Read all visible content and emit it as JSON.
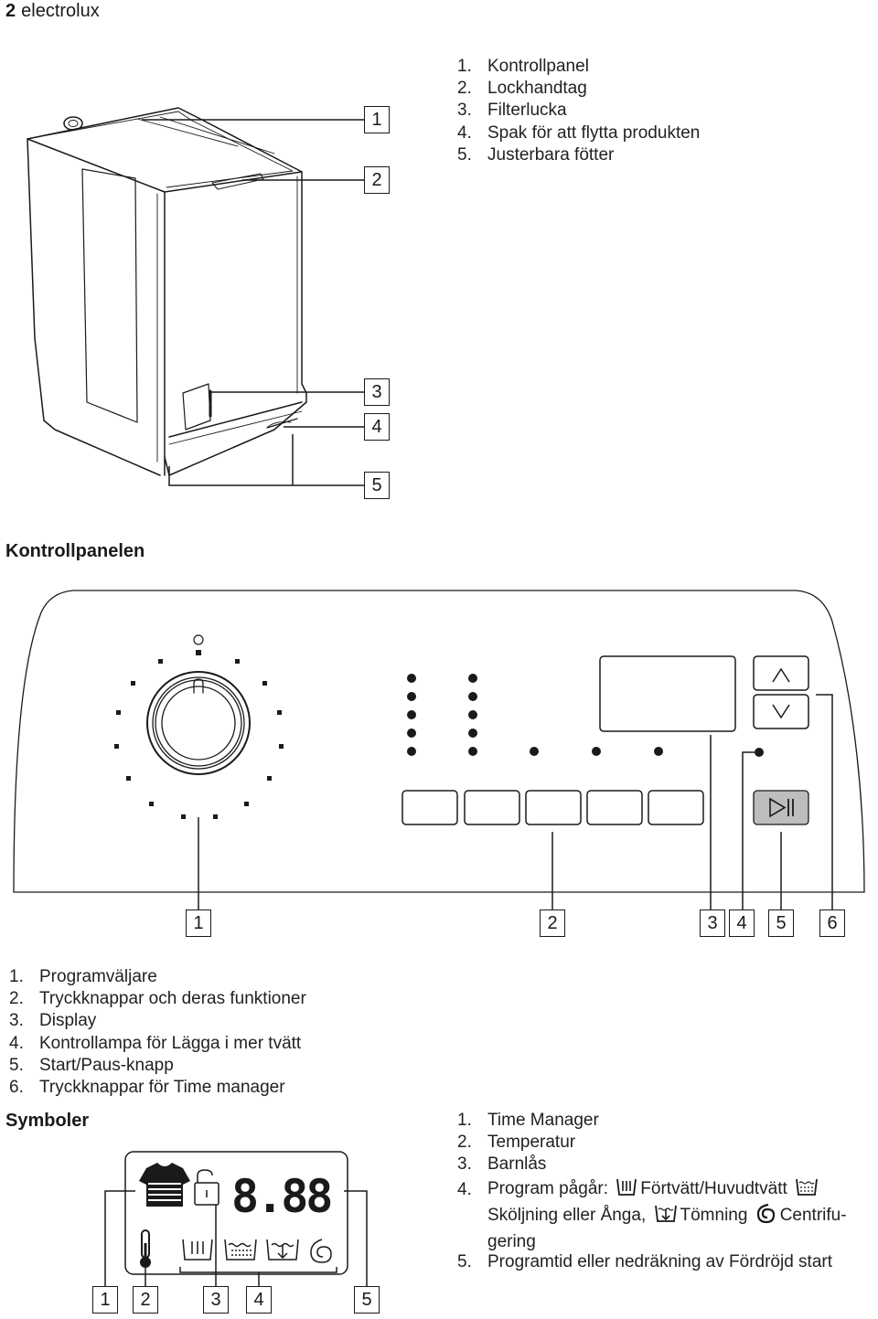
{
  "header": {
    "page_number": "2",
    "brand": "electrolux"
  },
  "product_parts": {
    "items": [
      {
        "num": "1.",
        "label": "Kontrollpanel"
      },
      {
        "num": "2.",
        "label": "Lockhandtag"
      },
      {
        "num": "3.",
        "label": "Filterlucka"
      },
      {
        "num": "4.",
        "label": "Spak för att flytta produkten"
      },
      {
        "num": "5.",
        "label": "Justerbara fötter"
      }
    ],
    "callouts": [
      "1",
      "2",
      "3",
      "4",
      "5"
    ]
  },
  "control_panel": {
    "heading": "Kontrollpanelen",
    "callouts": [
      "1",
      "2",
      "3",
      "4",
      "5",
      "6"
    ],
    "items": [
      {
        "num": "1.",
        "label": "Programväljare"
      },
      {
        "num": "2.",
        "label": "Tryckknappar och deras funktioner"
      },
      {
        "num": "3.",
        "label": "Display"
      },
      {
        "num": "4.",
        "label": "Kontrollampa för Lägga i mer tvätt"
      },
      {
        "num": "5.",
        "label": "Start/Paus-knapp"
      },
      {
        "num": "6.",
        "label": "Tryckknappar för Time manager"
      }
    ]
  },
  "symbols": {
    "heading": "Symboler",
    "display_digits": "8.88",
    "callouts": [
      "1",
      "2",
      "3",
      "4",
      "5"
    ],
    "items": {
      "i1": {
        "num": "1.",
        "label": "Time Manager"
      },
      "i2": {
        "num": "2.",
        "label": "Temperatur"
      },
      "i3": {
        "num": "3.",
        "label": "Barnlås"
      },
      "i4": {
        "num": "4.",
        "part1": "Program pågår:",
        "part2": "Förtvätt/Huvudtvätt",
        "part3": "Sköljning eller Ånga,",
        "part4": "Tömning",
        "part5": "Centrifu-",
        "part6": "gering"
      },
      "i5": {
        "num": "5.",
        "label": "Programtid eller nedräkning av Fördröjd start"
      }
    }
  }
}
